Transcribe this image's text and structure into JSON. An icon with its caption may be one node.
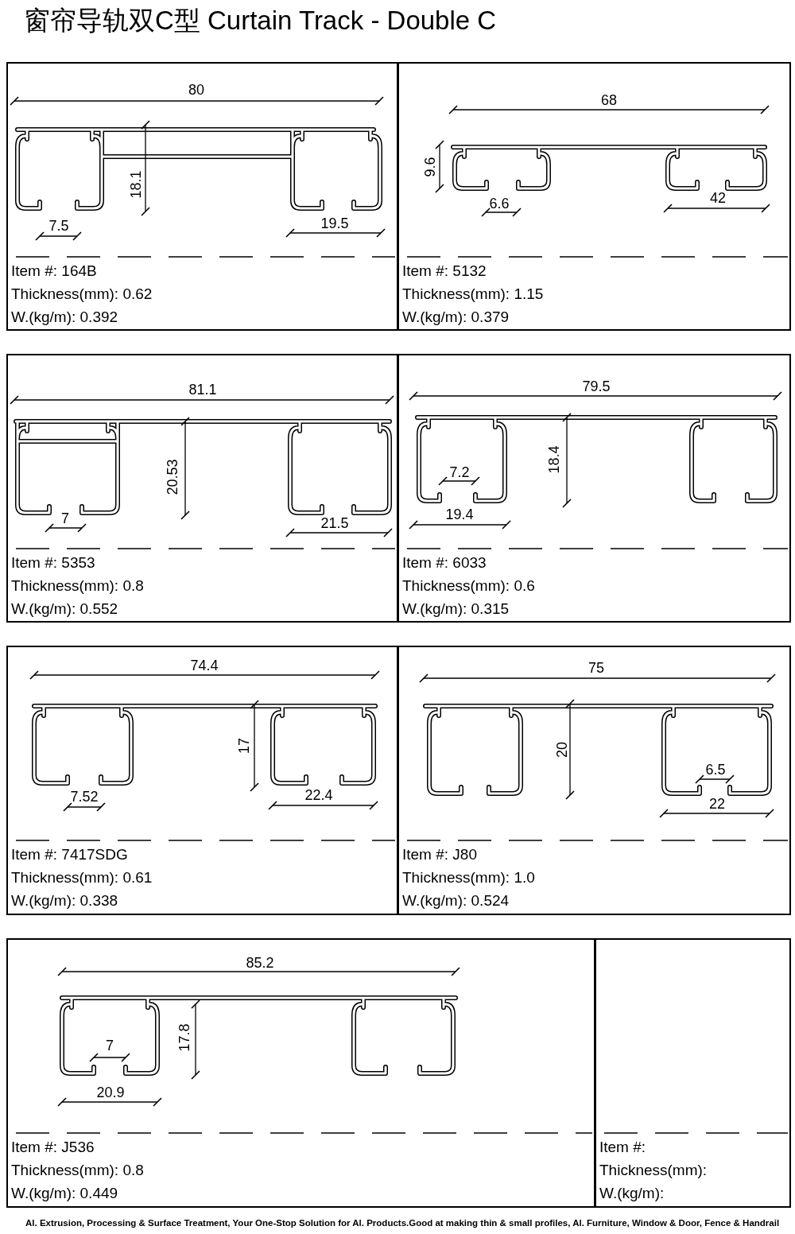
{
  "diagram": {
    "title": "窗帘导轨双C型 Curtain Track - Double C",
    "nodes": [
      {
        "text": [
          "Item #: 164B",
          "Thickness(mm): 0.62",
          "W.(kg/m): 0.392"
        ]
      },
      {
        "text": [
          "Item #: 5132",
          "Thickness(mm): 1.15",
          "W.(kg/m): 0.379"
        ]
      },
      {
        "text": [
          "Item #: 5353",
          "Thickness(mm): 0.8",
          "W.(kg/m): 0.552"
        ]
      },
      {
        "text": [
          "Item #: 6033",
          "Thickness(mm): 0.6",
          "W.(kg/m): 0.315"
        ]
      },
      {
        "text": [
          "Item #: 7417SDG",
          "Thickness(mm): 0.61",
          "W.(kg/m): 0.338"
        ]
      },
      {
        "text": [
          "Item #: J80",
          "Thickness(mm): 1.0",
          "W.(kg/m): 0.524"
        ]
      },
      {
        "text": [
          "Item #: J536",
          "Thickness(mm): 0.8",
          "W.(kg/m): 0.449"
        ]
      },
      {
        "text": [
          "Item #:",
          "Thickness(mm):",
          "W.(kg/m):"
        ]
      }
    ],
    "labels": [
      "80",
      "18.1",
      "7.5",
      "19.5",
      "68",
      "9.6",
      "6.6",
      "42",
      "81.1",
      "20.53",
      "7",
      "21.5",
      "79.5",
      "7.2",
      "18.4",
      "19.4",
      "74.4",
      "17",
      "7.52",
      "22.4",
      "75",
      "20",
      "6.5",
      "22",
      "85.2",
      "7",
      "17.8",
      "20.9",
      "Al. Extrusion, Processing & Surface Treatment, Your One-Stop Solution for Al. Products.Good at making thin & small profiles, Al. Furniture, Window & Door, Fence & Handrail"
    ]
  }
}
